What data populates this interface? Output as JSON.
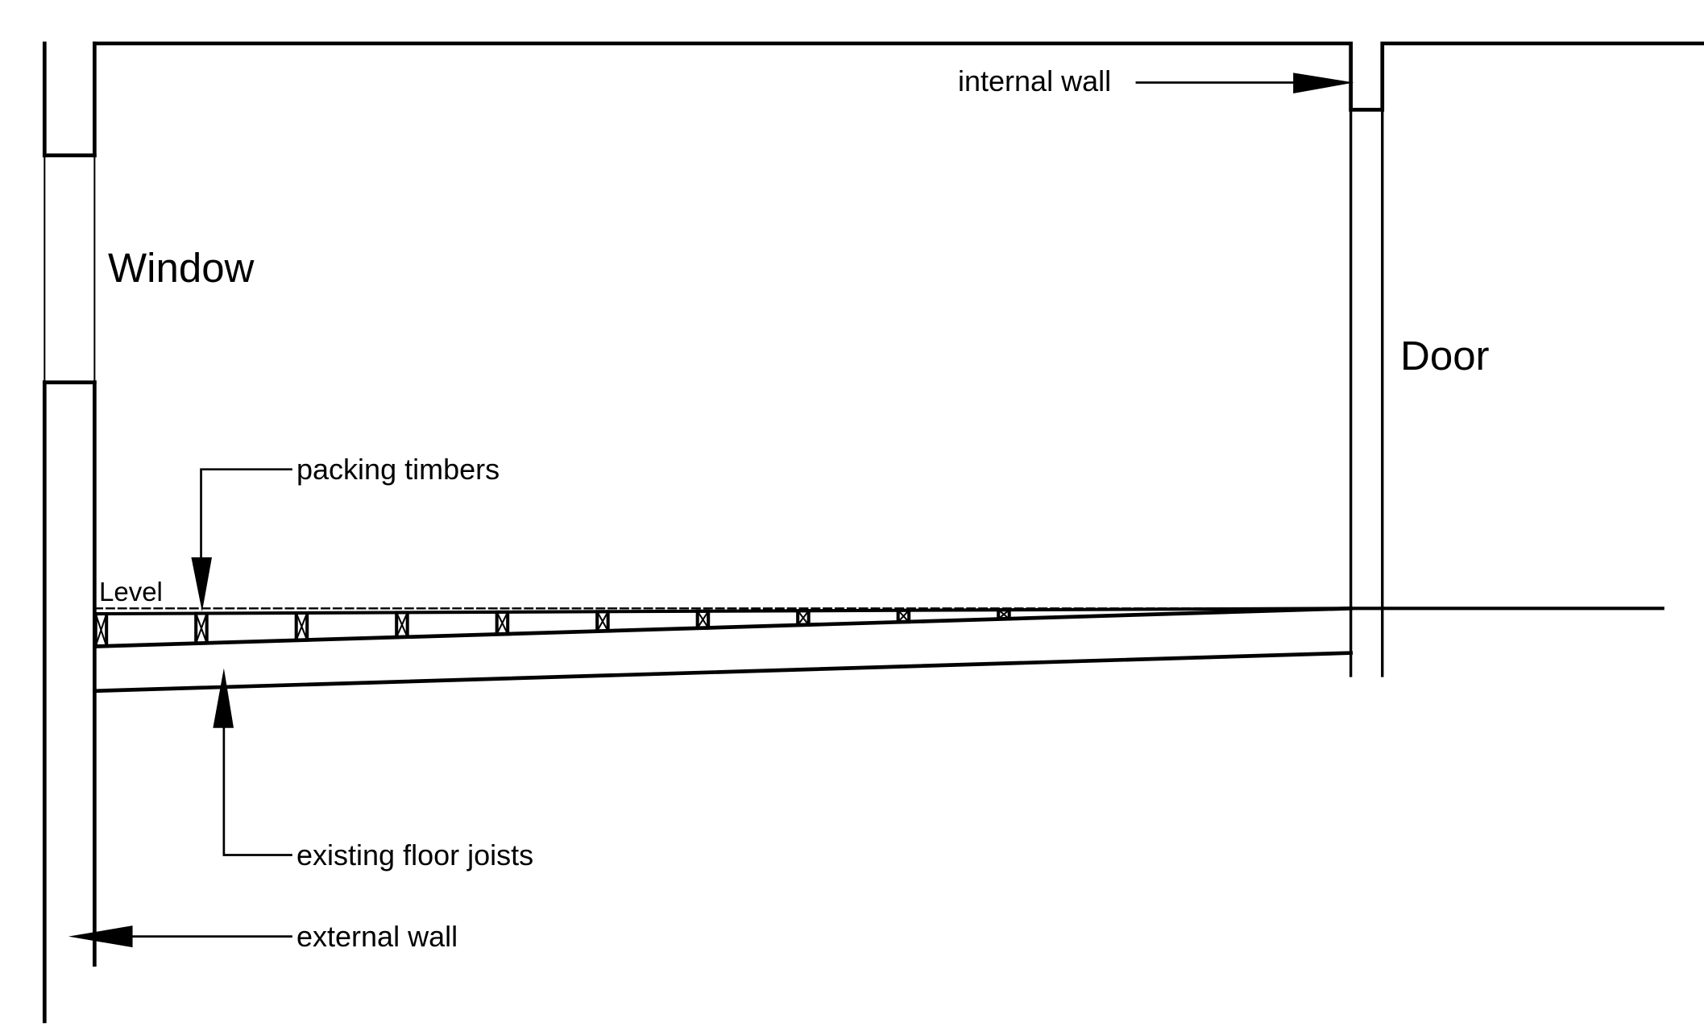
{
  "labels": {
    "internal_wall": "internal wall",
    "window": "Window",
    "door": "Door",
    "packing_timbers": "packing timbers",
    "level": "Level",
    "existing_floor_joists": "existing floor joists",
    "external_wall": "external wall"
  },
  "colors": {
    "line": "#000000",
    "background": "#ffffff"
  },
  "packing_timber_count": 10
}
